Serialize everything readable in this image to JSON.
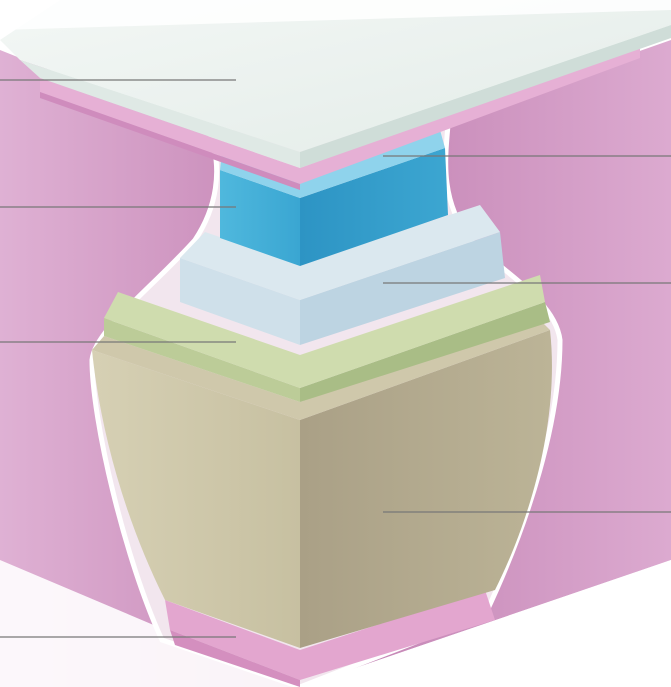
{
  "diagram": {
    "type": "mattress-layer-cutaway",
    "labels_visible": false,
    "layers": [
      {
        "id": "cover",
        "color": "#e9f1ee"
      },
      {
        "id": "quilt-liner",
        "color": "#d79bc7"
      },
      {
        "id": "cooling-foam",
        "color": "#2f9fd0"
      },
      {
        "id": "comfort-foam",
        "color": "#c7dbe6"
      },
      {
        "id": "transition-foam",
        "color": "#b9cc9a"
      },
      {
        "id": "support-core",
        "color": "#b3aa8e"
      },
      {
        "id": "base-liner",
        "color": "#d79bc7"
      }
    ],
    "side_fabric_color": "#c58ab5",
    "leader_line_color": "#777777"
  }
}
